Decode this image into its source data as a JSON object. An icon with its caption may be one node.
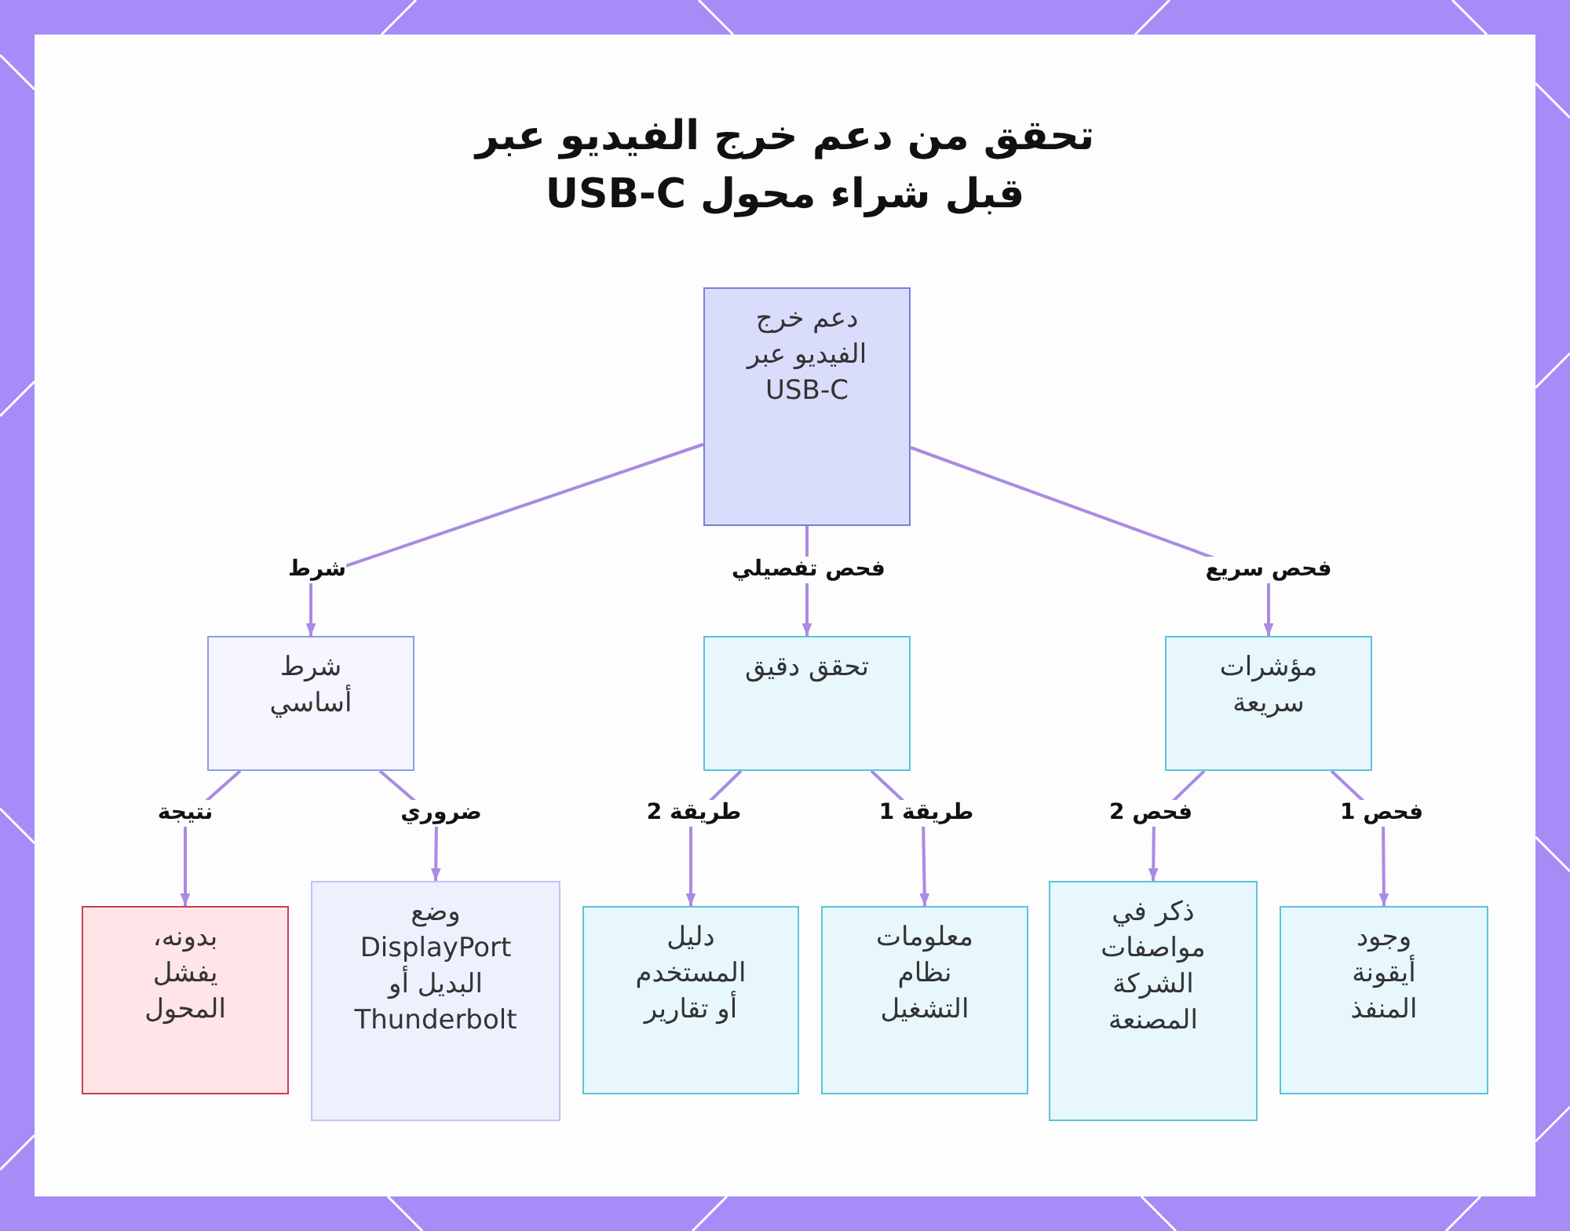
{
  "diagram": {
    "title": "تحقق من دعم خرج الفيديو عبر USB-C قبل شراء محول",
    "nodes": [
      {
        "text": [
          "دعم خرج الفيديو عبر USB-C"
        ]
      },
      {
        "text": [
          "مؤشرات سريعة"
        ]
      },
      {
        "text": [
          "تحقق دقيق"
        ]
      },
      {
        "text": [
          "شرط أساسي"
        ]
      },
      {
        "text": [
          "وجود أيقونة المنفذ"
        ]
      },
      {
        "text": [
          "ذكر في مواصفات الشركة المصنعة"
        ]
      },
      {
        "text": [
          "معلومات نظام التشغيل"
        ]
      },
      {
        "text": [
          "دليل المستخدم أو تقارير"
        ]
      },
      {
        "text": [
          "وضع DisplayPort البديل أو Thunderbolt"
        ]
      },
      {
        "text": [
          "بدونه، يفشل المحول"
        ]
      }
    ],
    "edges": [
      {
        "from": 0,
        "to": 1,
        "arrow": "to",
        "label": "فحص سريع"
      },
      {
        "from": 0,
        "to": 2,
        "arrow": "to",
        "label": "فحص تفصيلي"
      },
      {
        "from": 0,
        "to": 3,
        "arrow": "to",
        "label": "شرط"
      },
      {
        "from": 1,
        "to": 4,
        "arrow": "to",
        "label": "فحص 1"
      },
      {
        "from": 1,
        "to": 5,
        "arrow": "to",
        "label": "فحص 2"
      },
      {
        "from": 2,
        "to": 6,
        "arrow": "to",
        "label": "طريقة 1"
      },
      {
        "from": 2,
        "to": 7,
        "arrow": "to",
        "label": "طريقة 2"
      },
      {
        "from": 3,
        "to": 8,
        "arrow": "to",
        "label": "ضروري"
      },
      {
        "from": 3,
        "to": 9,
        "arrow": "to",
        "label": "نتيجة"
      }
    ]
  }
}
